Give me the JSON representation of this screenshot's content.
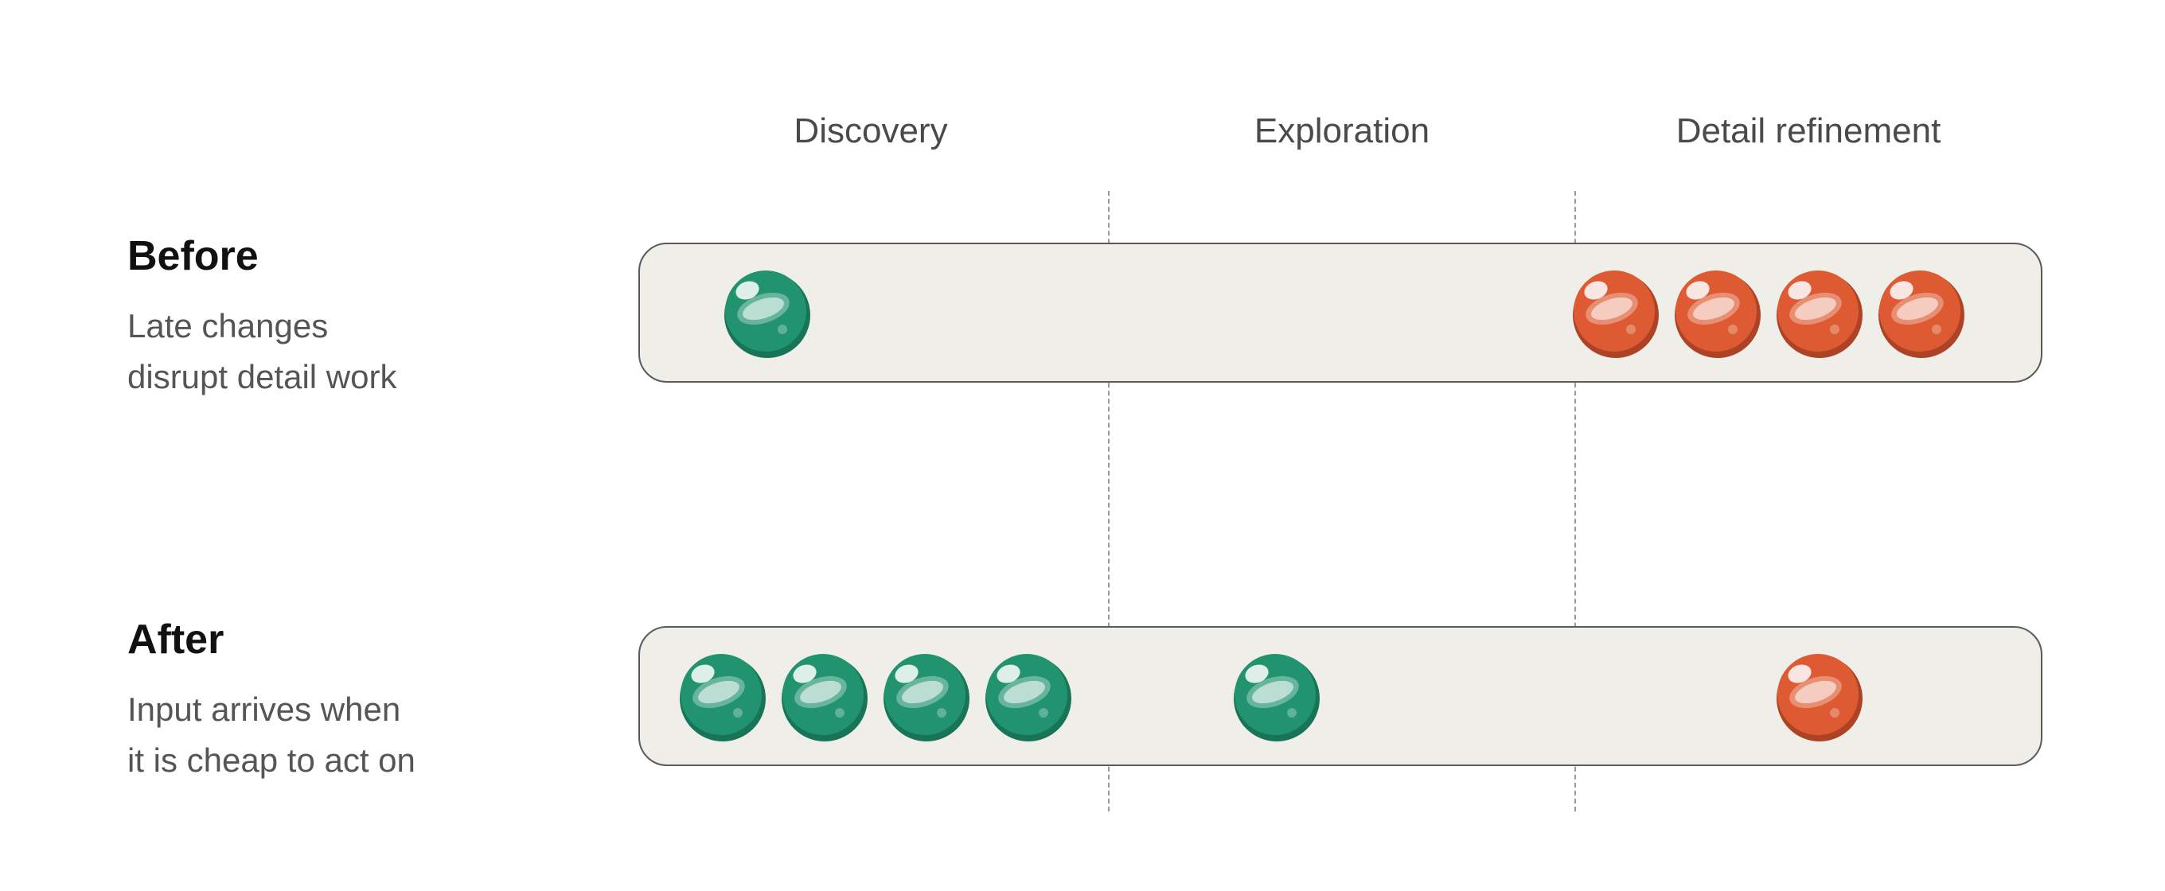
{
  "phases": [
    "Discovery",
    "Exploration",
    "Detail refinement"
  ],
  "rows": [
    {
      "title": "Before",
      "subtitle_lines": [
        "Late changes",
        "disrupt detail work"
      ],
      "balls": [
        {
          "phase": "Discovery",
          "kind": "input"
        },
        {
          "phase": "Detail refinement",
          "kind": "change"
        },
        {
          "phase": "Detail refinement",
          "kind": "change"
        },
        {
          "phase": "Detail refinement",
          "kind": "change"
        },
        {
          "phase": "Detail refinement",
          "kind": "change"
        }
      ]
    },
    {
      "title": "After",
      "subtitle_lines": [
        "Input arrives when",
        "it is cheap to act on"
      ],
      "balls": [
        {
          "phase": "Discovery",
          "kind": "input"
        },
        {
          "phase": "Discovery",
          "kind": "input"
        },
        {
          "phase": "Discovery",
          "kind": "input"
        },
        {
          "phase": "Discovery",
          "kind": "input"
        },
        {
          "phase": "Exploration",
          "kind": "input"
        },
        {
          "phase": "Detail refinement",
          "kind": "change"
        }
      ]
    }
  ],
  "colors": {
    "input": "#21936f",
    "input_dark": "#177457",
    "change": "#dd5a32",
    "change_dark": "#ae4224",
    "track_fill": "#f0eee8",
    "track_border": "#5a5a5a"
  }
}
